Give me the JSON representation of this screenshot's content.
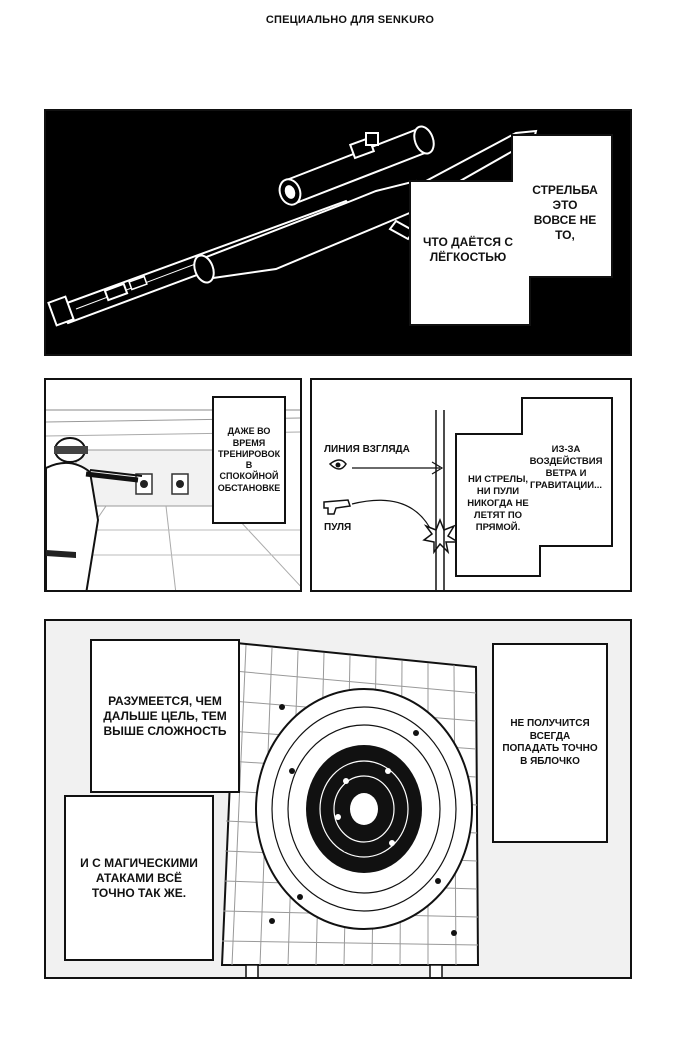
{
  "header": "СПЕЦИАЛЬНО ДЛЯ SENKURO",
  "panel1": {
    "caption_a": "СТРЕЛЬБА ЭТО ВОВСЕ НЕ ТО,",
    "caption_b": "ЧТО ДАЁТСЯ С ЛЁГКОСТЬЮ"
  },
  "panel2": {
    "caption": "ДАЖЕ ВО ВРЕМЯ ТРЕНИРОВОК В СПОКОЙНОЙ ОБСТАНОВКЕ"
  },
  "panel3": {
    "label_sight": "ЛИНИЯ ВЗГЛЯДА",
    "label_bullet": "ПУЛЯ",
    "caption_a": "ИЗ-ЗА ВОЗДЕЙСТВИЯ ВЕТРА И ГРАВИТАЦИИ...",
    "caption_b": "НИ СТРЕЛЫ, НИ ПУЛИ НИКОГДА НЕ ЛЕТЯТ ПО ПРЯМОЙ."
  },
  "panel4": {
    "caption_a": "РАЗУМЕЕТСЯ, ЧЕМ ДАЛЬШЕ ЦЕЛЬ, ТЕМ ВЫШЕ СЛОЖНОСТЬ",
    "caption_b": "И С МАГИЧЕСКИМИ АТАКАМИ ВСЁ ТОЧНО ТАК ЖЕ.",
    "caption_c": "НЕ ПОЛУЧИТСЯ ВСЕГДА ПОПАДАТЬ ТОЧНО В ЯБЛОЧКО"
  }
}
